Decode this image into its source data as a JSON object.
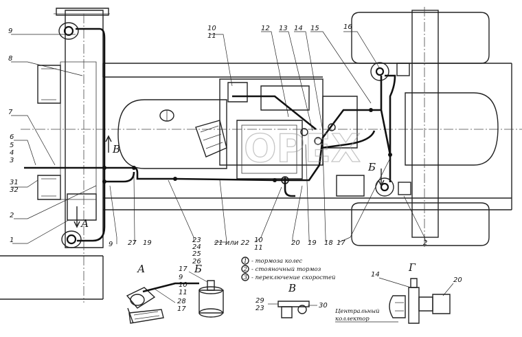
{
  "callouts": {
    "c1": "1",
    "c2": "2",
    "c3": "3",
    "c4": "4",
    "c5": "5",
    "c6": "6",
    "c7": "7",
    "c8": "8",
    "c9a": "9",
    "c9b": "9",
    "c9c": "9",
    "c10a": "10",
    "c11a": "11",
    "c10b": "10",
    "c11b": "11",
    "c10c": "10",
    "c11c": "11",
    "c12": "12",
    "c13": "13",
    "c14a": "14",
    "c14b": "14",
    "c15": "15",
    "c16": "16",
    "c17a": "17",
    "c17b": "17",
    "c17c": "17",
    "c18": "18",
    "c19a": "19",
    "c19b": "19",
    "c20a": "20",
    "c20b": "20",
    "c21": "21 или 22",
    "c2b": "2",
    "c23": "23",
    "c24": "24",
    "c25": "25",
    "c26": "26",
    "c27": "27",
    "c28": "28",
    "c29": "29",
    "c23b": "23",
    "c30": "30",
    "c31": "31",
    "c32": "32"
  },
  "view_letters": {
    "arrow_b": "В",
    "arrow_a": "А",
    "arrow_b2": "Б",
    "view_a": "А",
    "view_b": "Б",
    "view_v": "В",
    "view_g": "Г"
  },
  "legend": [
    {
      "mark": "1",
      "text": "- тормоза колес"
    },
    {
      "mark": "2",
      "text": "- стояночный тормоз"
    },
    {
      "mark": "3",
      "text": "- переключение скоростей"
    }
  ],
  "collector_label_line1": "Центральный",
  "collector_label_line2": "коллектор",
  "watermark": "ОРЕХ"
}
